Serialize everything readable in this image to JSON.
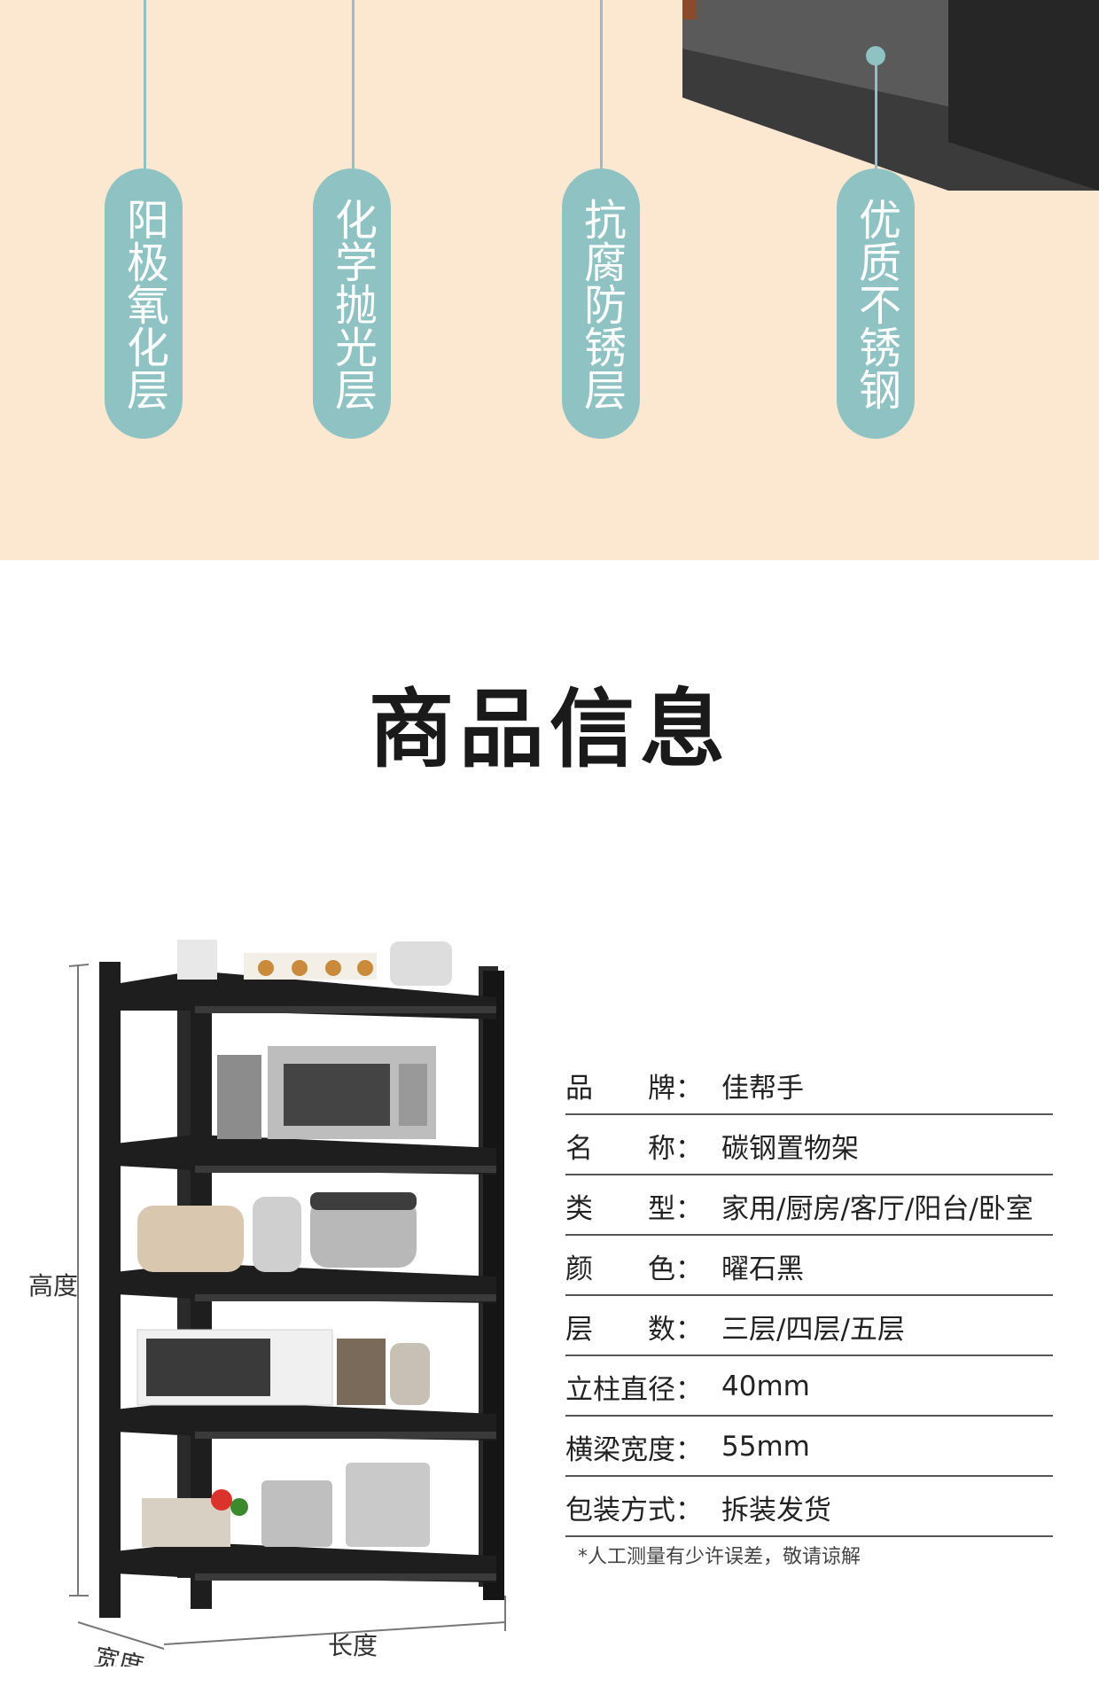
{
  "features": [
    {
      "label": "阳极氧化层"
    },
    {
      "label": "化学抛光层"
    },
    {
      "label": "抗腐防锈层"
    },
    {
      "label": "优质不锈钢"
    }
  ],
  "section_title": "商品信息",
  "dimensions": {
    "height": "高度",
    "width": "宽度",
    "length": "长度"
  },
  "specs": [
    {
      "key": "品　　牌：",
      "value": "佳帮手"
    },
    {
      "key": "名　　称：",
      "value": "碳钢置物架"
    },
    {
      "key": "类　　型：",
      "value": "家用/厨房/客厅/阳台/卧室"
    },
    {
      "key": "颜　　色：",
      "value": "曜石黑"
    },
    {
      "key": "层　　数：",
      "value": "三层/四层/五层"
    },
    {
      "key": "立柱直径：",
      "value": "40mm"
    },
    {
      "key": "横梁宽度：",
      "value": "55mm"
    },
    {
      "key": "包装方式：",
      "value": "拆装发货"
    }
  ],
  "note": "*人工测量有少许误差，敬请谅解",
  "colors": {
    "banner_bg": "#fce7d0",
    "pill": "#8fc3c3",
    "shelf": "#1e1e1e"
  }
}
